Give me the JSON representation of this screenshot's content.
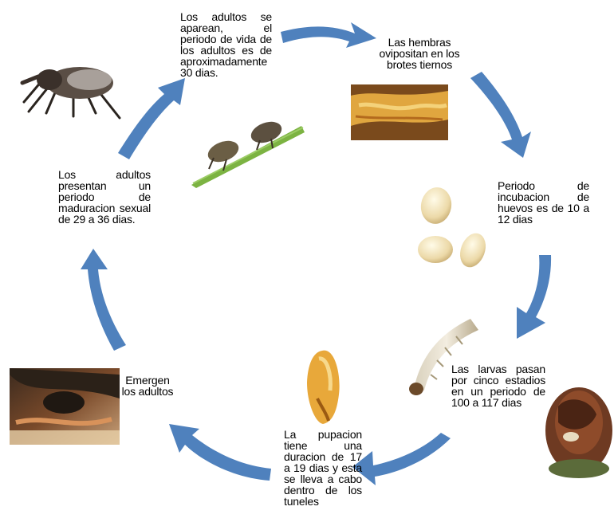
{
  "stages": [
    {
      "id": "mating",
      "text": "Los adultos se aparean, el periodo de vida de los adultos es de aproximadamente 30 dias."
    },
    {
      "id": "oviposition",
      "text": "Las hembras ovipositan en los brotes tiernos"
    },
    {
      "id": "incubation",
      "text": "Periodo de incubacion de huevos es de 10 a 12 dias"
    },
    {
      "id": "larvae",
      "text": "Las larvas pasan por cinco estadios en un periodo de 100 a 117 dias"
    },
    {
      "id": "pupation",
      "text": "La pupacion tiene una duracion de 17 a 19 dias y esta se lleva a cabo dentro de los tuneles"
    },
    {
      "id": "emergence",
      "text": "Emergen los adultos"
    },
    {
      "id": "maturation",
      "text": "Los adultos presentan un periodo de maduracion sexual de 29 a 36 dias."
    }
  ],
  "colors": {
    "arrow": "#4f81bd",
    "text": "#000000",
    "background": "#ffffff"
  },
  "icons": [
    "weevil-adult-photo",
    "mating-weevils-photo",
    "bud-oviposition-photo",
    "eggs-photo",
    "larva-photo",
    "damaged-fruit-photo",
    "pupa-photo",
    "emerging-adults-photo"
  ]
}
